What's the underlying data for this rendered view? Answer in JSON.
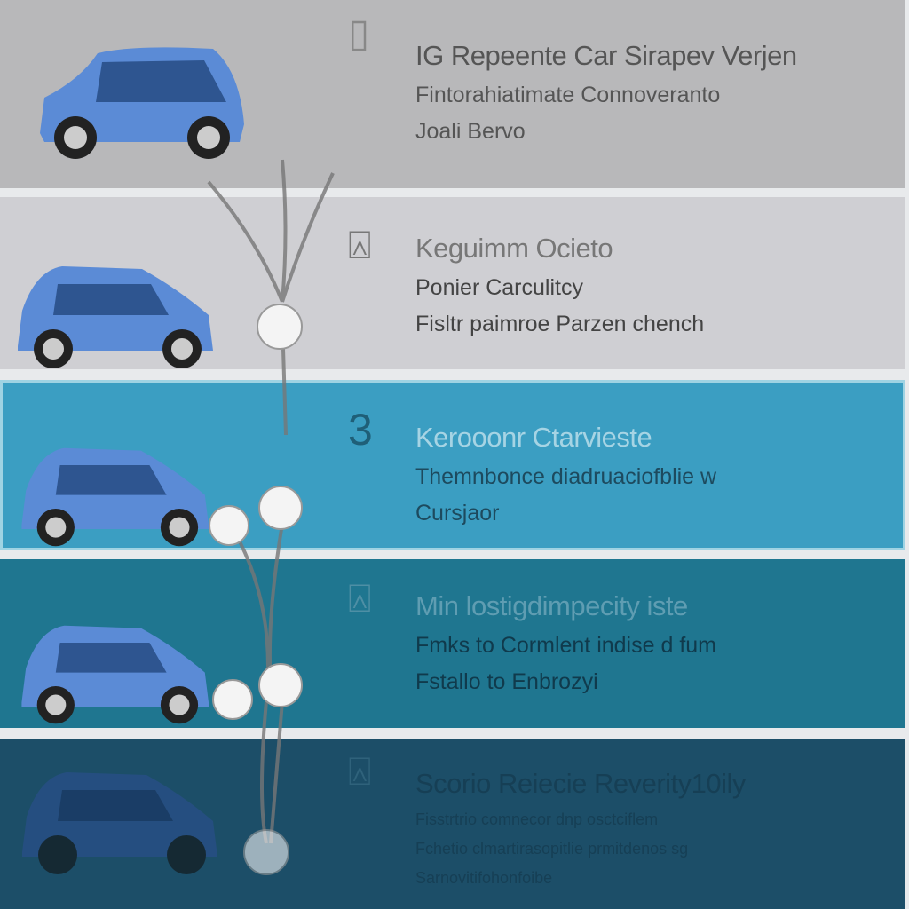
{
  "colors": {
    "band1": "#b8b8ba",
    "band2": "#cfcfd3",
    "band3": "#3b9ec2",
    "band4": "#1f7690",
    "band5": "#1c4e68",
    "car": "#5b8bd6"
  },
  "steps": [
    {
      "icon": "phone-icon",
      "number": "",
      "title": "IG Repeente Car Sirapev Verjen",
      "lines": [
        "Fintorahiatimate Connoveranto",
        "Joali Bervo"
      ]
    },
    {
      "icon": "bell-icon",
      "number": "",
      "title": "Keguimm Ocieto",
      "lines": [
        "Ponier Carculitcy",
        "Fisltr paimroe Parzen chench"
      ]
    },
    {
      "icon": "number-icon",
      "number": "3",
      "title": "Kerooonr Ctarvieste",
      "lines": [
        "Themnbonce diadruaciofblie w",
        "Cursjaor"
      ]
    },
    {
      "icon": "bell-icon",
      "number": "",
      "title": "Min lostigdimpecity iste",
      "lines": [
        "Fmks to Cormlent indise d fum",
        "Fstallo to Enbrozyi"
      ]
    },
    {
      "icon": "bell-icon",
      "number": "",
      "title": "Scorio Reiecie Reverity10ily",
      "lines": [
        "Fisstrtrio comnecor dnp osctciflem",
        "Fchetio clmartirasopitlie prmitdenos sg",
        "Sarnovitifohonfoibe"
      ]
    }
  ]
}
